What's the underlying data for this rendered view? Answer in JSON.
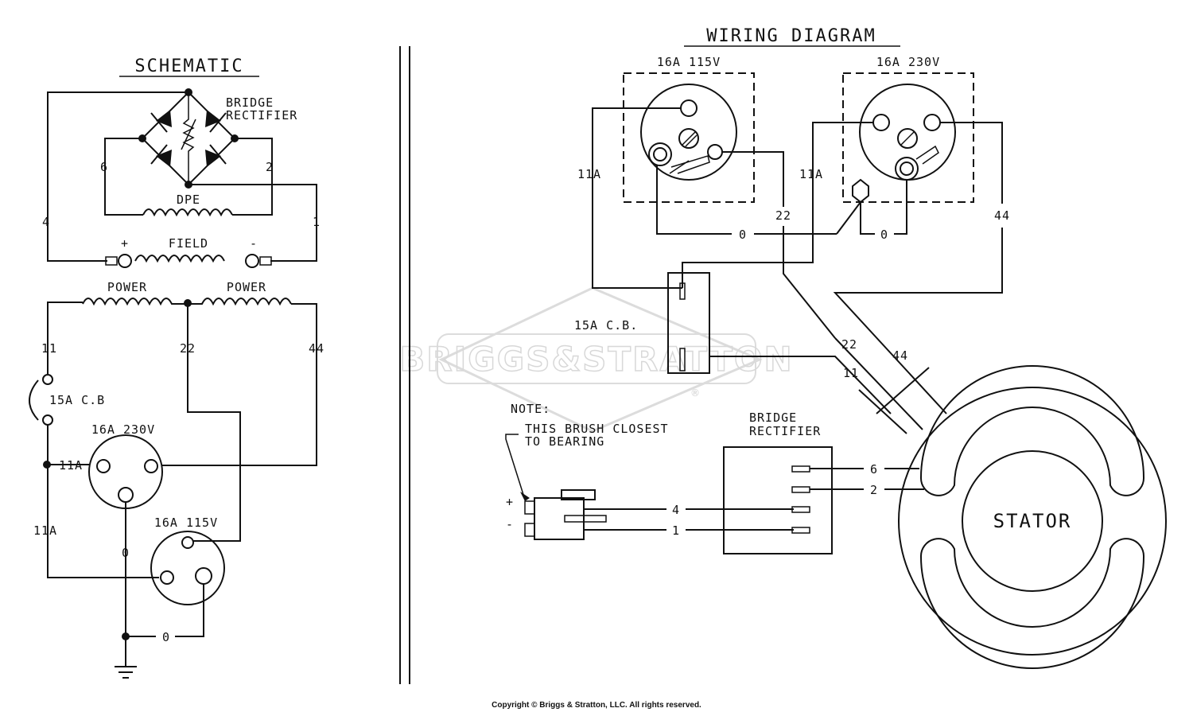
{
  "schematic": {
    "title": "SCHEMATIC",
    "bridge_label_1": "BRIDGE",
    "bridge_label_2": "RECTIFIER",
    "dpe": "DPE",
    "field": "FIELD",
    "plus": "+",
    "minus": "-",
    "power_left": "POWER",
    "power_right": "POWER",
    "wire_6": "6",
    "wire_2": "2",
    "wire_4": "4",
    "wire_1": "1",
    "wire_11": "11",
    "wire_22": "22",
    "wire_44": "44",
    "cb": "15A C.B",
    "recept_230": "16A 230V",
    "recept_115": "16A 115V",
    "wire_11a_1": "11A",
    "wire_11a_2": "11A",
    "wire_0_1": "0",
    "wire_0_2": "0"
  },
  "wiring": {
    "title": "WIRING DIAGRAM",
    "recept_115": "16A 115V",
    "recept_230": "16A 230V",
    "wire_11a_left": "11A",
    "wire_11a_right": "11A",
    "wire_22_top": "22",
    "wire_0_left": "0",
    "wire_0_right": "0",
    "wire_44_top": "44",
    "cb": "15A C.B.",
    "wire_22_lower": "22",
    "wire_44_lower": "44",
    "wire_11_lower": "11",
    "note": "NOTE:",
    "note_line1": "THIS BRUSH CLOSEST",
    "note_line2": "TO BEARING",
    "brush_plus": "+",
    "brush_minus": "-",
    "bridge_label_1": "BRIDGE",
    "bridge_label_2": "RECTIFIER",
    "wire_6": "6",
    "wire_2": "2",
    "wire_4": "4",
    "wire_1": "1",
    "stator": "STATOR"
  },
  "watermark": {
    "brand": "BRIGGS&STRATTON",
    "registered": "®"
  },
  "copyright": "Copyright © Briggs & Stratton, LLC. All rights reserved."
}
